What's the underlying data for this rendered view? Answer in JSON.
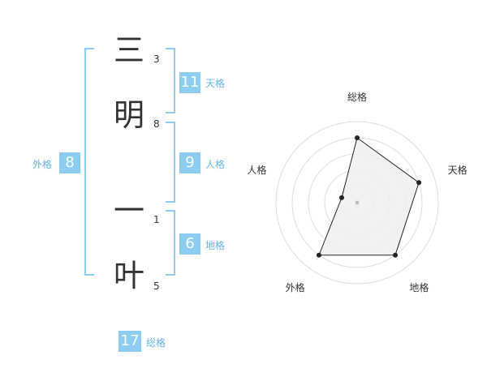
{
  "name": {
    "chars": [
      {
        "char": "三",
        "strokes": "3"
      },
      {
        "char": "明",
        "strokes": "8"
      },
      {
        "char": "一",
        "strokes": "1"
      },
      {
        "char": "叶",
        "strokes": "5"
      }
    ]
  },
  "fortune": {
    "tenkaku": {
      "value": "11",
      "label": "天格"
    },
    "jinkaku": {
      "value": "9",
      "label": "人格"
    },
    "chikaku": {
      "value": "6",
      "label": "地格"
    },
    "gaikaku": {
      "value": "8",
      "label": "外格"
    },
    "soukaku": {
      "value": "17",
      "label": "総格"
    }
  },
  "colors": {
    "accent": "#8ecdf2",
    "label": "#63b6e6",
    "text": "#333333"
  },
  "chart_data": {
    "type": "radar",
    "axes": [
      "総格",
      "天格",
      "地格",
      "外格",
      "人格"
    ],
    "values": [
      4,
      4,
      4,
      4,
      1
    ],
    "max": 5
  }
}
